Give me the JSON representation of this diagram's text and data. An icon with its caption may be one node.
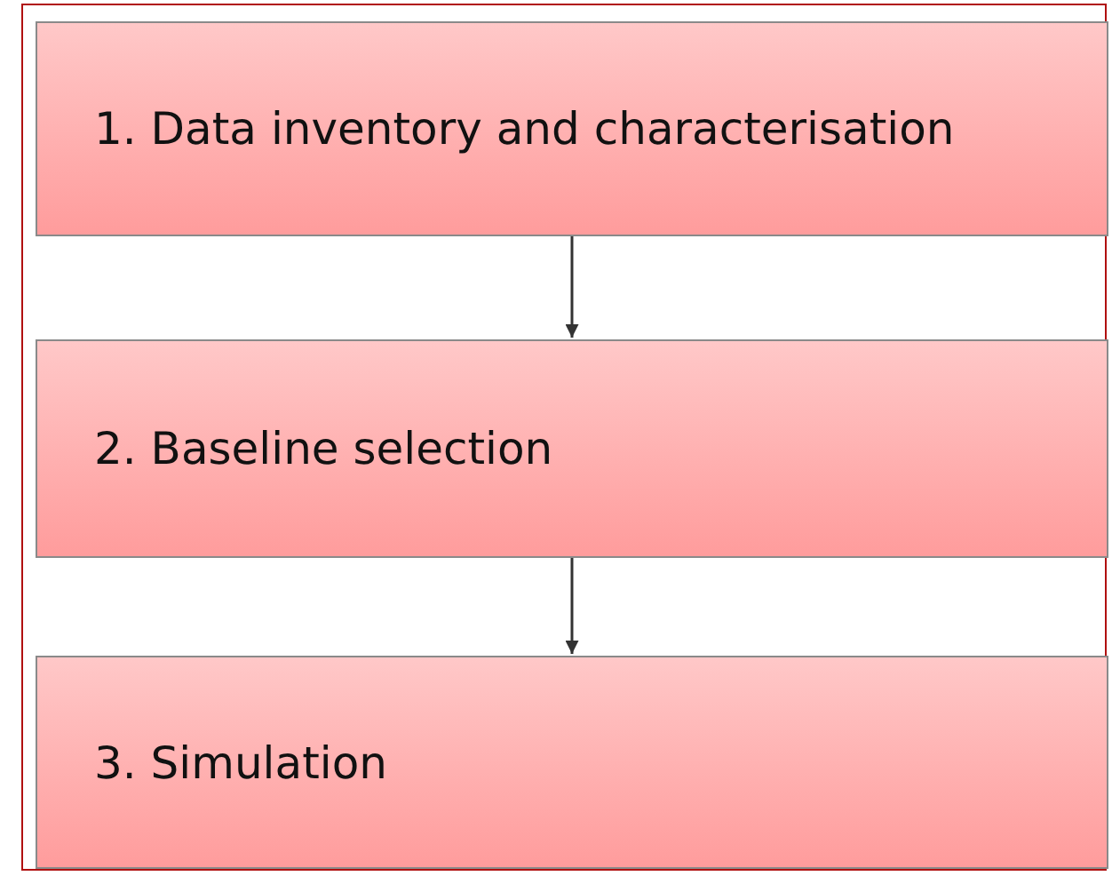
{
  "diagram": {
    "nodes": [
      {
        "text": [
          "1. Data inventory and characterisation"
        ]
      },
      {
        "text": [
          "2. Baseline selection"
        ]
      },
      {
        "text": [
          "3. Simulation"
        ]
      }
    ],
    "edges": [
      {
        "from": 0,
        "to": 1,
        "arrow": "to"
      },
      {
        "from": 1,
        "to": 2,
        "arrow": "to"
      }
    ]
  }
}
